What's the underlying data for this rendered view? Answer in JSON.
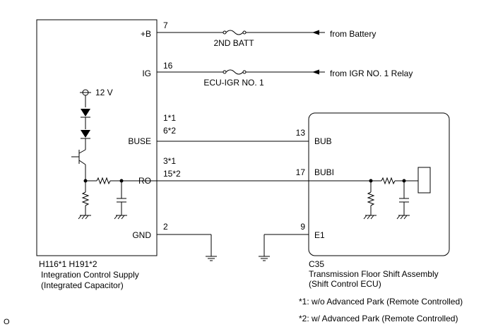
{
  "left_ecu": {
    "pins": {
      "plus_b": "+B",
      "ig": "IG",
      "buse": "BUSE",
      "ro": "RO",
      "gnd": "GND"
    },
    "supply": "12 V",
    "connector": "H116*1 H191*2",
    "name": "Integration Control Supply",
    "subname": "(Integrated Capacitor)"
  },
  "right_ecu": {
    "pins": {
      "bub": "BUB",
      "bubi": "BUBI",
      "e1": "E1"
    },
    "connector": "C35",
    "name": "Transmission Floor Shift Assembly",
    "subname": "(Shift Control ECU)"
  },
  "wires": {
    "battery": {
      "pin": "7",
      "fuse": "2ND BATT",
      "source": "from Battery"
    },
    "igr": {
      "pin": "16",
      "fuse": "ECU-IGR NO. 1",
      "source": "from IGR NO. 1 Relay"
    },
    "buse": {
      "pin_a": "1*1",
      "pin_b": "6*2",
      "right_pin": "13"
    },
    "ro": {
      "pin_a": "3*1",
      "pin_b": "15*2",
      "right_pin": "17"
    },
    "gnd": {
      "pin": "2"
    },
    "e1": {
      "pin": "9"
    }
  },
  "notes": {
    "n1": "*1: w/o Advanced Park (Remote Controlled)",
    "n2": "*2: w/ Advanced Park (Remote Controlled)"
  },
  "corner_mark": "O"
}
